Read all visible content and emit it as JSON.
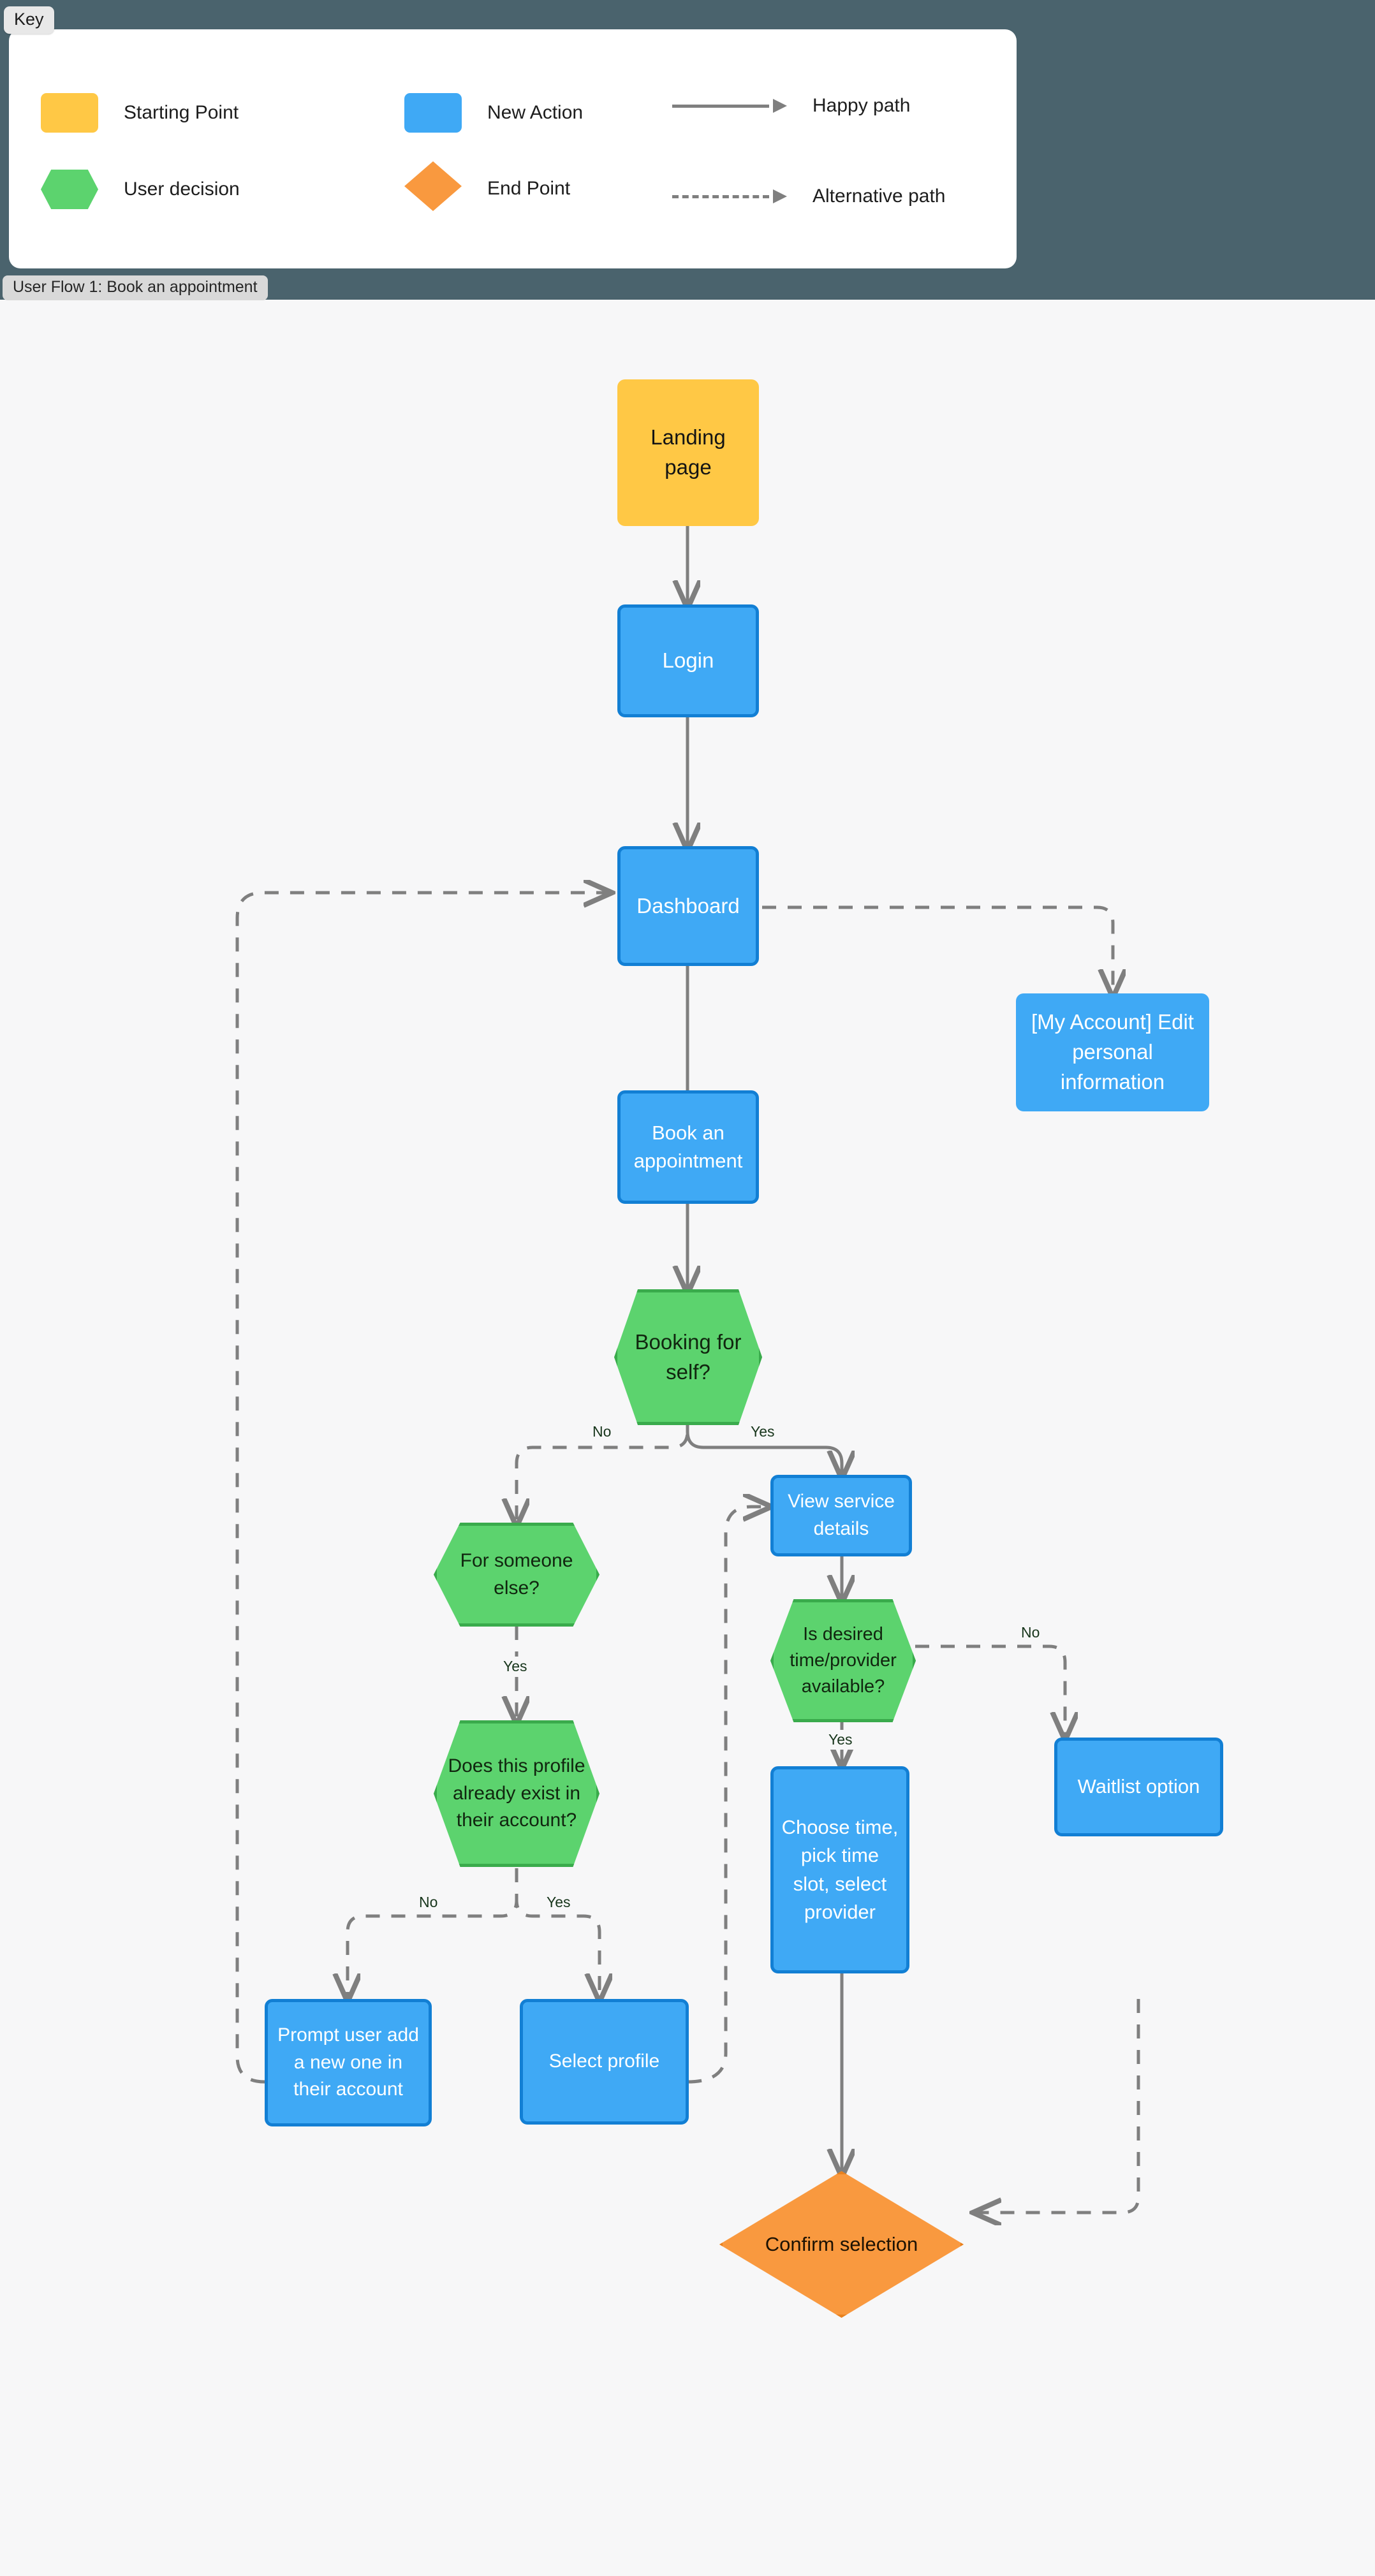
{
  "key_tab": {
    "label": "Key"
  },
  "legend": {
    "items": [
      {
        "name": "starting-point",
        "label": "Starting Point",
        "shape": "rect",
        "color": "#ffc845"
      },
      {
        "name": "new-action",
        "label": "New Action",
        "shape": "rect",
        "color": "#3fa9f5"
      },
      {
        "name": "happy-path",
        "label": "Happy path",
        "shape": "arrow-solid",
        "color": "#7f7f7f"
      },
      {
        "name": "user-decision",
        "label": "User decision",
        "shape": "hexagon",
        "color": "#5cd36e"
      },
      {
        "name": "end-point",
        "label": "End Point",
        "shape": "diamond",
        "color": "#f9993f"
      },
      {
        "name": "alternative-path",
        "label": "Alternative path",
        "shape": "arrow-dashed",
        "color": "#7f7f7f"
      }
    ]
  },
  "title_tab": {
    "label": "User Flow 1: Book an appointment"
  },
  "flow": {
    "nodes": {
      "landing_page": {
        "label": "Landing page",
        "type": "start"
      },
      "login": {
        "label": "Login",
        "type": "action"
      },
      "dashboard": {
        "label": "Dashboard",
        "type": "action"
      },
      "my_account": {
        "label": "[My Account] Edit personal information",
        "type": "action-plain"
      },
      "book_appt": {
        "label": "Book an appointment",
        "type": "action"
      },
      "booking_self": {
        "label": "Booking for self?",
        "type": "decision"
      },
      "someone_else": {
        "label": "For someone else?",
        "type": "decision"
      },
      "profile_exists": {
        "label": "Does this profile already exist in their account?",
        "type": "decision"
      },
      "prompt_add": {
        "label": "Prompt user add a new one in their account",
        "type": "action"
      },
      "select_profile": {
        "label": "Select profile",
        "type": "action"
      },
      "view_service": {
        "label": "View service details",
        "type": "action"
      },
      "time_available": {
        "label": "Is desired time/provider available?",
        "type": "decision"
      },
      "choose_time": {
        "label": "Choose time, pick time slot, select provider",
        "type": "action"
      },
      "waitlist": {
        "label": "Waitlist option",
        "type": "action"
      },
      "confirm": {
        "label": "Confirm selection",
        "type": "endpoint"
      }
    },
    "edge_labels": {
      "self_no": "No",
      "self_yes": "Yes",
      "someone_else_yes": "Yes",
      "profile_no": "No",
      "profile_yes": "Yes",
      "avail_no": "No",
      "avail_yes": "Yes"
    }
  },
  "colors": {
    "header_band": "#4a636d",
    "canvas": "#f7f7f8",
    "start": "#ffc845",
    "action": "#3fa9f5",
    "action_border": "#127fd4",
    "decision": "#5cd36e",
    "decision_border": "#3aab4c",
    "endpoint": "#f9993f",
    "endpoint_border": "#e8811e",
    "wire": "#7f7f7f"
  }
}
